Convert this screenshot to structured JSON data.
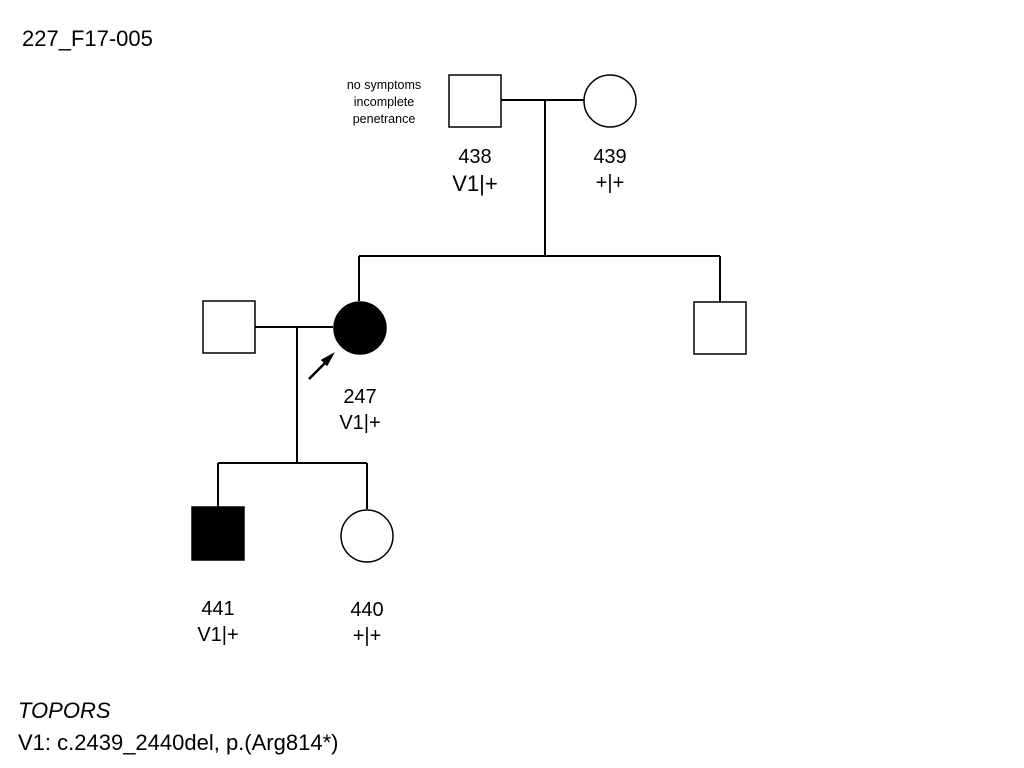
{
  "family_id": "227_F17-005",
  "note": {
    "lines": [
      "no symptoms",
      "incomplete",
      "penetrance"
    ]
  },
  "individuals": [
    {
      "key": "i438",
      "id": "438",
      "genotype": "V1|+",
      "sex": "male",
      "affected": false
    },
    {
      "key": "i439",
      "id": "439",
      "genotype": "+|+",
      "sex": "female",
      "affected": false
    },
    {
      "key": "i247",
      "id": "247",
      "genotype": "V1|+",
      "sex": "female",
      "affected": true,
      "proband": true
    },
    {
      "key": "spouse247",
      "id": "",
      "genotype": "",
      "sex": "male",
      "affected": false
    },
    {
      "key": "sibling247",
      "id": "",
      "genotype": "",
      "sex": "male",
      "affected": false
    },
    {
      "key": "i441",
      "id": "441",
      "genotype": "V1|+",
      "sex": "male",
      "affected": true
    },
    {
      "key": "i440",
      "id": "440",
      "genotype": "+|+",
      "sex": "female",
      "affected": false
    }
  ],
  "labels": {
    "i438": {
      "id": "438",
      "genotype": "V1|+"
    },
    "i439": {
      "id": "439",
      "genotype": "+|+"
    },
    "i247": {
      "id": "247",
      "genotype": "V1|+"
    },
    "i441": {
      "id": "441",
      "genotype": "V1|+"
    },
    "i440": {
      "id": "440",
      "genotype": "+|+"
    }
  },
  "legend": {
    "gene": "TOPORS",
    "variant": "V1: c.2439_2440del, p.(Arg814*)"
  },
  "colors": {
    "affected": "#000000",
    "unaffected": "#ffffff",
    "line": "#000000"
  }
}
